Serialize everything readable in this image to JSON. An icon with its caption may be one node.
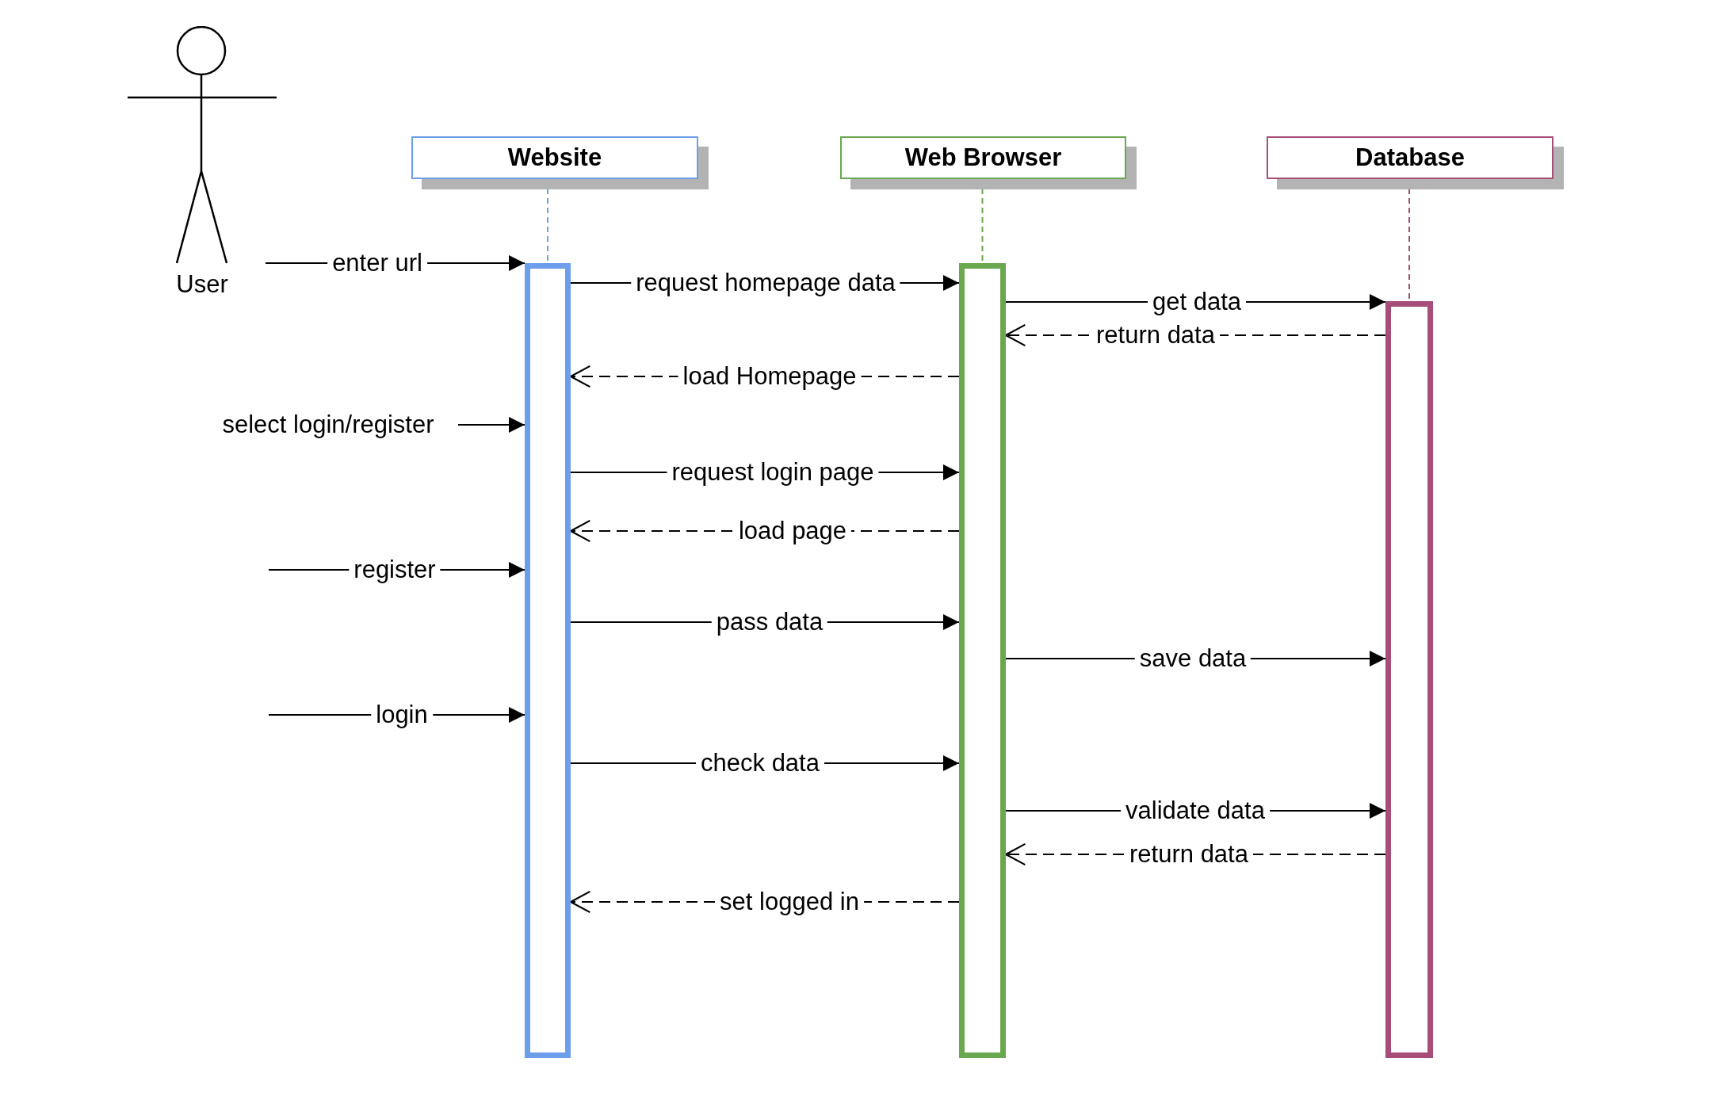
{
  "diagram": {
    "nodes": [
      {
        "text": [
          "User"
        ]
      },
      {
        "text": [
          "Website"
        ]
      },
      {
        "text": [
          "Web Browser"
        ]
      },
      {
        "text": [
          "Database"
        ]
      },
      {
        "text": [],
        "shape": "bar"
      },
      {
        "text": [],
        "shape": "bar"
      },
      {
        "text": [],
        "shape": "bar"
      }
    ],
    "edges": [
      {
        "from": 1,
        "to": 4,
        "arrow": "none",
        "style": "dashed",
        "color": "#6d9eeb"
      },
      {
        "from": 2,
        "to": 5,
        "arrow": "none",
        "style": "dashed",
        "color": "#6aa84f"
      },
      {
        "from": 3,
        "to": 6,
        "arrow": "none",
        "style": "dashed",
        "color": "#a64d79"
      },
      {
        "from": 0,
        "to": 4,
        "arrow": "to",
        "label": "enter url"
      },
      {
        "from": 4,
        "to": 5,
        "arrow": "to",
        "label": "request homepage data"
      },
      {
        "from": 5,
        "to": 6,
        "arrow": "to",
        "label": "get data"
      },
      {
        "from": 6,
        "to": 5,
        "arrow": "to",
        "label": "return data",
        "style": "dashed"
      },
      {
        "from": 5,
        "to": 4,
        "arrow": "to",
        "label": "load Homepage",
        "style": "dashed"
      },
      {
        "from": null,
        "to": 4,
        "arrow": "to",
        "label": "select login/register"
      },
      {
        "from": 4,
        "to": 5,
        "arrow": "to",
        "label": "request login page"
      },
      {
        "from": 5,
        "to": 4,
        "arrow": "to",
        "label": "load page",
        "style": "dashed"
      },
      {
        "from": null,
        "to": 4,
        "arrow": "to",
        "label": "register"
      },
      {
        "from": 4,
        "to": 5,
        "arrow": "to",
        "label": "pass data"
      },
      {
        "from": 5,
        "to": 6,
        "arrow": "to",
        "label": "save data"
      },
      {
        "from": null,
        "to": 4,
        "arrow": "to",
        "label": "login"
      },
      {
        "from": 4,
        "to": 5,
        "arrow": "to",
        "label": "check data"
      },
      {
        "from": 5,
        "to": 6,
        "arrow": "to",
        "label": "validate data"
      },
      {
        "from": 6,
        "to": 5,
        "arrow": "to",
        "label": "return data",
        "style": "dashed"
      },
      {
        "from": 5,
        "to": 4,
        "arrow": "to",
        "label": "set logged in",
        "style": "dashed"
      }
    ]
  }
}
